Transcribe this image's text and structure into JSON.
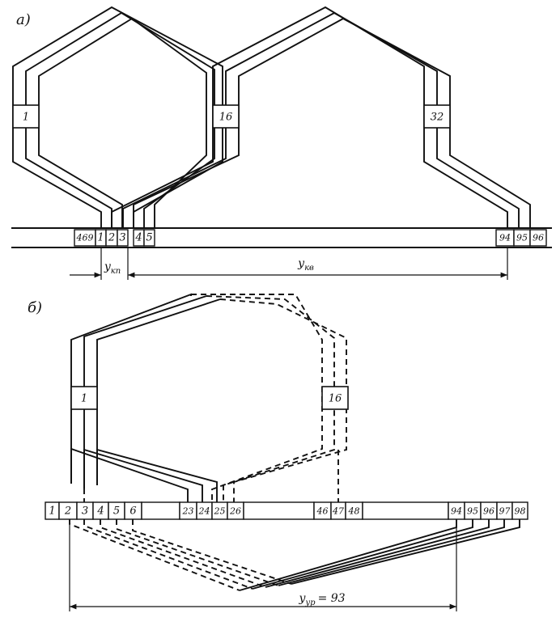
{
  "part_a": {
    "label": "а)",
    "coil_labels": [
      "1",
      "16",
      "32"
    ],
    "slot_labels": [
      "469",
      "1",
      "2",
      "3",
      "4",
      "5",
      "94",
      "95",
      "96"
    ],
    "dim_short": {
      "main": "y",
      "sub": "кп"
    },
    "dim_long": {
      "main": "y",
      "sub": "кв"
    }
  },
  "part_b": {
    "label": "б)",
    "coil_labels": [
      "1",
      "16"
    ],
    "slot_labels": [
      "1",
      "2",
      "3",
      "4",
      "5",
      "6",
      "23",
      "24",
      "25",
      "26",
      "46",
      "47",
      "48",
      "94",
      "95",
      "96",
      "97",
      "98"
    ],
    "dim": {
      "main": "y",
      "sub": "ур",
      "suffix": "= 93"
    }
  }
}
